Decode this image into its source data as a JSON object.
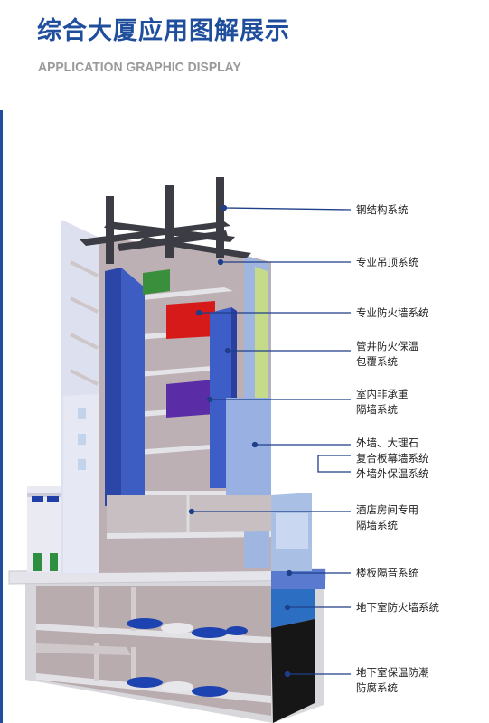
{
  "title": "综合大厦应用图解展示",
  "subtitle": "APPLICATION GRAPHIC DISPLAY",
  "colors": {
    "brand": "#1f4e9c",
    "leader": "#1f3f8a",
    "steel": "#3c3c44",
    "fire_wall_red": "#d61a1a",
    "partition_purple": "#5a2ca6",
    "pillar_blue": "#2a3f9e",
    "cars": "#1d43b0"
  },
  "labels": [
    {
      "id": "steel-structure",
      "text": "钢结构系统"
    },
    {
      "id": "suspended-ceiling",
      "text": "专业吊顶系统"
    },
    {
      "id": "fire-wall",
      "text": "专业防火墙系统"
    },
    {
      "id": "shaft-insulation",
      "text": "管井防火保温\n包覆系统"
    },
    {
      "id": "non-bearing-partition",
      "text": "室内非承重\n隔墙系统"
    },
    {
      "id": "marble-curtain-wall",
      "text": "外墙、大理石\n复合板幕墙系统"
    },
    {
      "id": "exterior-insulation",
      "text": "外墙外保温系统"
    },
    {
      "id": "hotel-room-partition",
      "text": "酒店房间专用\n隔墙系统"
    },
    {
      "id": "floor-sound-insulation",
      "text": "楼板隔音系统"
    },
    {
      "id": "basement-fire-wall",
      "text": "地下室防火墙系统"
    },
    {
      "id": "basement-insulation",
      "text": "地下室保温防潮\n防腐系统"
    }
  ]
}
